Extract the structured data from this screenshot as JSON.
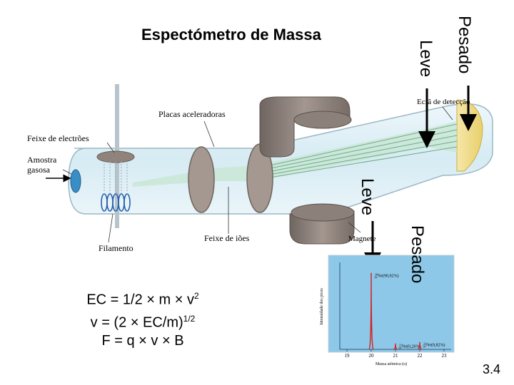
{
  "slide": {
    "title": "Espectómetro de Massa",
    "number": "3.4"
  },
  "apparatus": {
    "labels": {
      "placas": "Placas aceleradoras",
      "feixe_electroes": "Feixe de electrões",
      "amostra_line1": "Amostra",
      "amostra_line2": "gasosa",
      "filamento": "Filamento",
      "feixe_ioes": "Feixe de iões",
      "magnete": "Magnete",
      "ecra": "Ecrã de detecção"
    }
  },
  "rotated_labels": {
    "top_pesado": "Pesado",
    "top_leve": "Leve",
    "mid_leve": "Leve",
    "mid_pesado": "Pesado"
  },
  "formulas": {
    "line1_main": "EC = 1/2 × m × v",
    "line1_sup": "2",
    "line2_main": "v = (2 × EC/m)",
    "line2_sup": "1/2",
    "line3": "F = q × v × B"
  },
  "spectrum": {
    "ylabel": "Intensidade dos picos",
    "xlabel": "Massa atómica (u)",
    "x_ticks": [
      "19",
      "20",
      "21",
      "22",
      "23"
    ],
    "peaks": [
      {
        "mass": 20,
        "intensity": 0.9092,
        "label_sup": "20",
        "label_sub": "10",
        "label": "Ne(90,92%)"
      },
      {
        "mass": 21,
        "intensity": 0.0026,
        "label_sup": "21",
        "label_sub": "10",
        "label": "Ne(0,26%)"
      },
      {
        "mass": 22,
        "intensity": 0.0882,
        "label_sup": "22",
        "label_sub": "10",
        "label": "Ne(8,82%)"
      }
    ],
    "xlim": [
      19,
      23
    ],
    "colors": {
      "background": "#8ec8e8",
      "peak": "#d42020"
    }
  },
  "colors": {
    "tube": "#dfeff5",
    "magnet": "#8a7f79",
    "plate": "#9c8f88"
  }
}
